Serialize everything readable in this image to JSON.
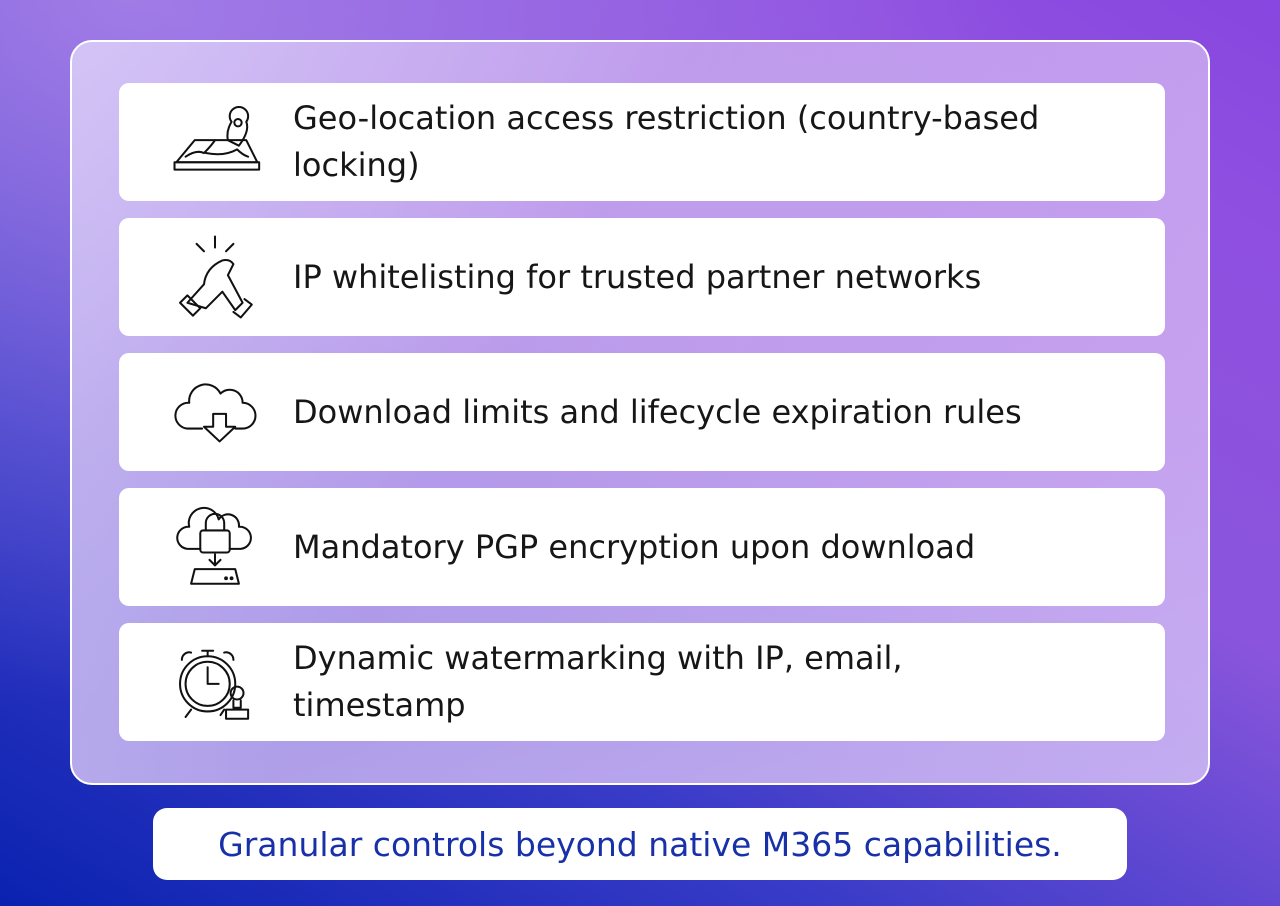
{
  "features": [
    {
      "icon": "map-pin-icon",
      "label": "Geo-location access restriction (country-based locking)"
    },
    {
      "icon": "handshake-icon",
      "label": "IP whitelisting for trusted partner networks"
    },
    {
      "icon": "cloud-download-icon",
      "label": "Download limits and lifecycle expiration rules"
    },
    {
      "icon": "cloud-lock-icon",
      "label": "Mandatory PGP encryption upon download"
    },
    {
      "icon": "stopwatch-stamp-icon",
      "label": "Dynamic watermarking with IP, email, timestamp"
    }
  ],
  "footer": {
    "text": "Granular controls beyond native M365 capabilities."
  }
}
